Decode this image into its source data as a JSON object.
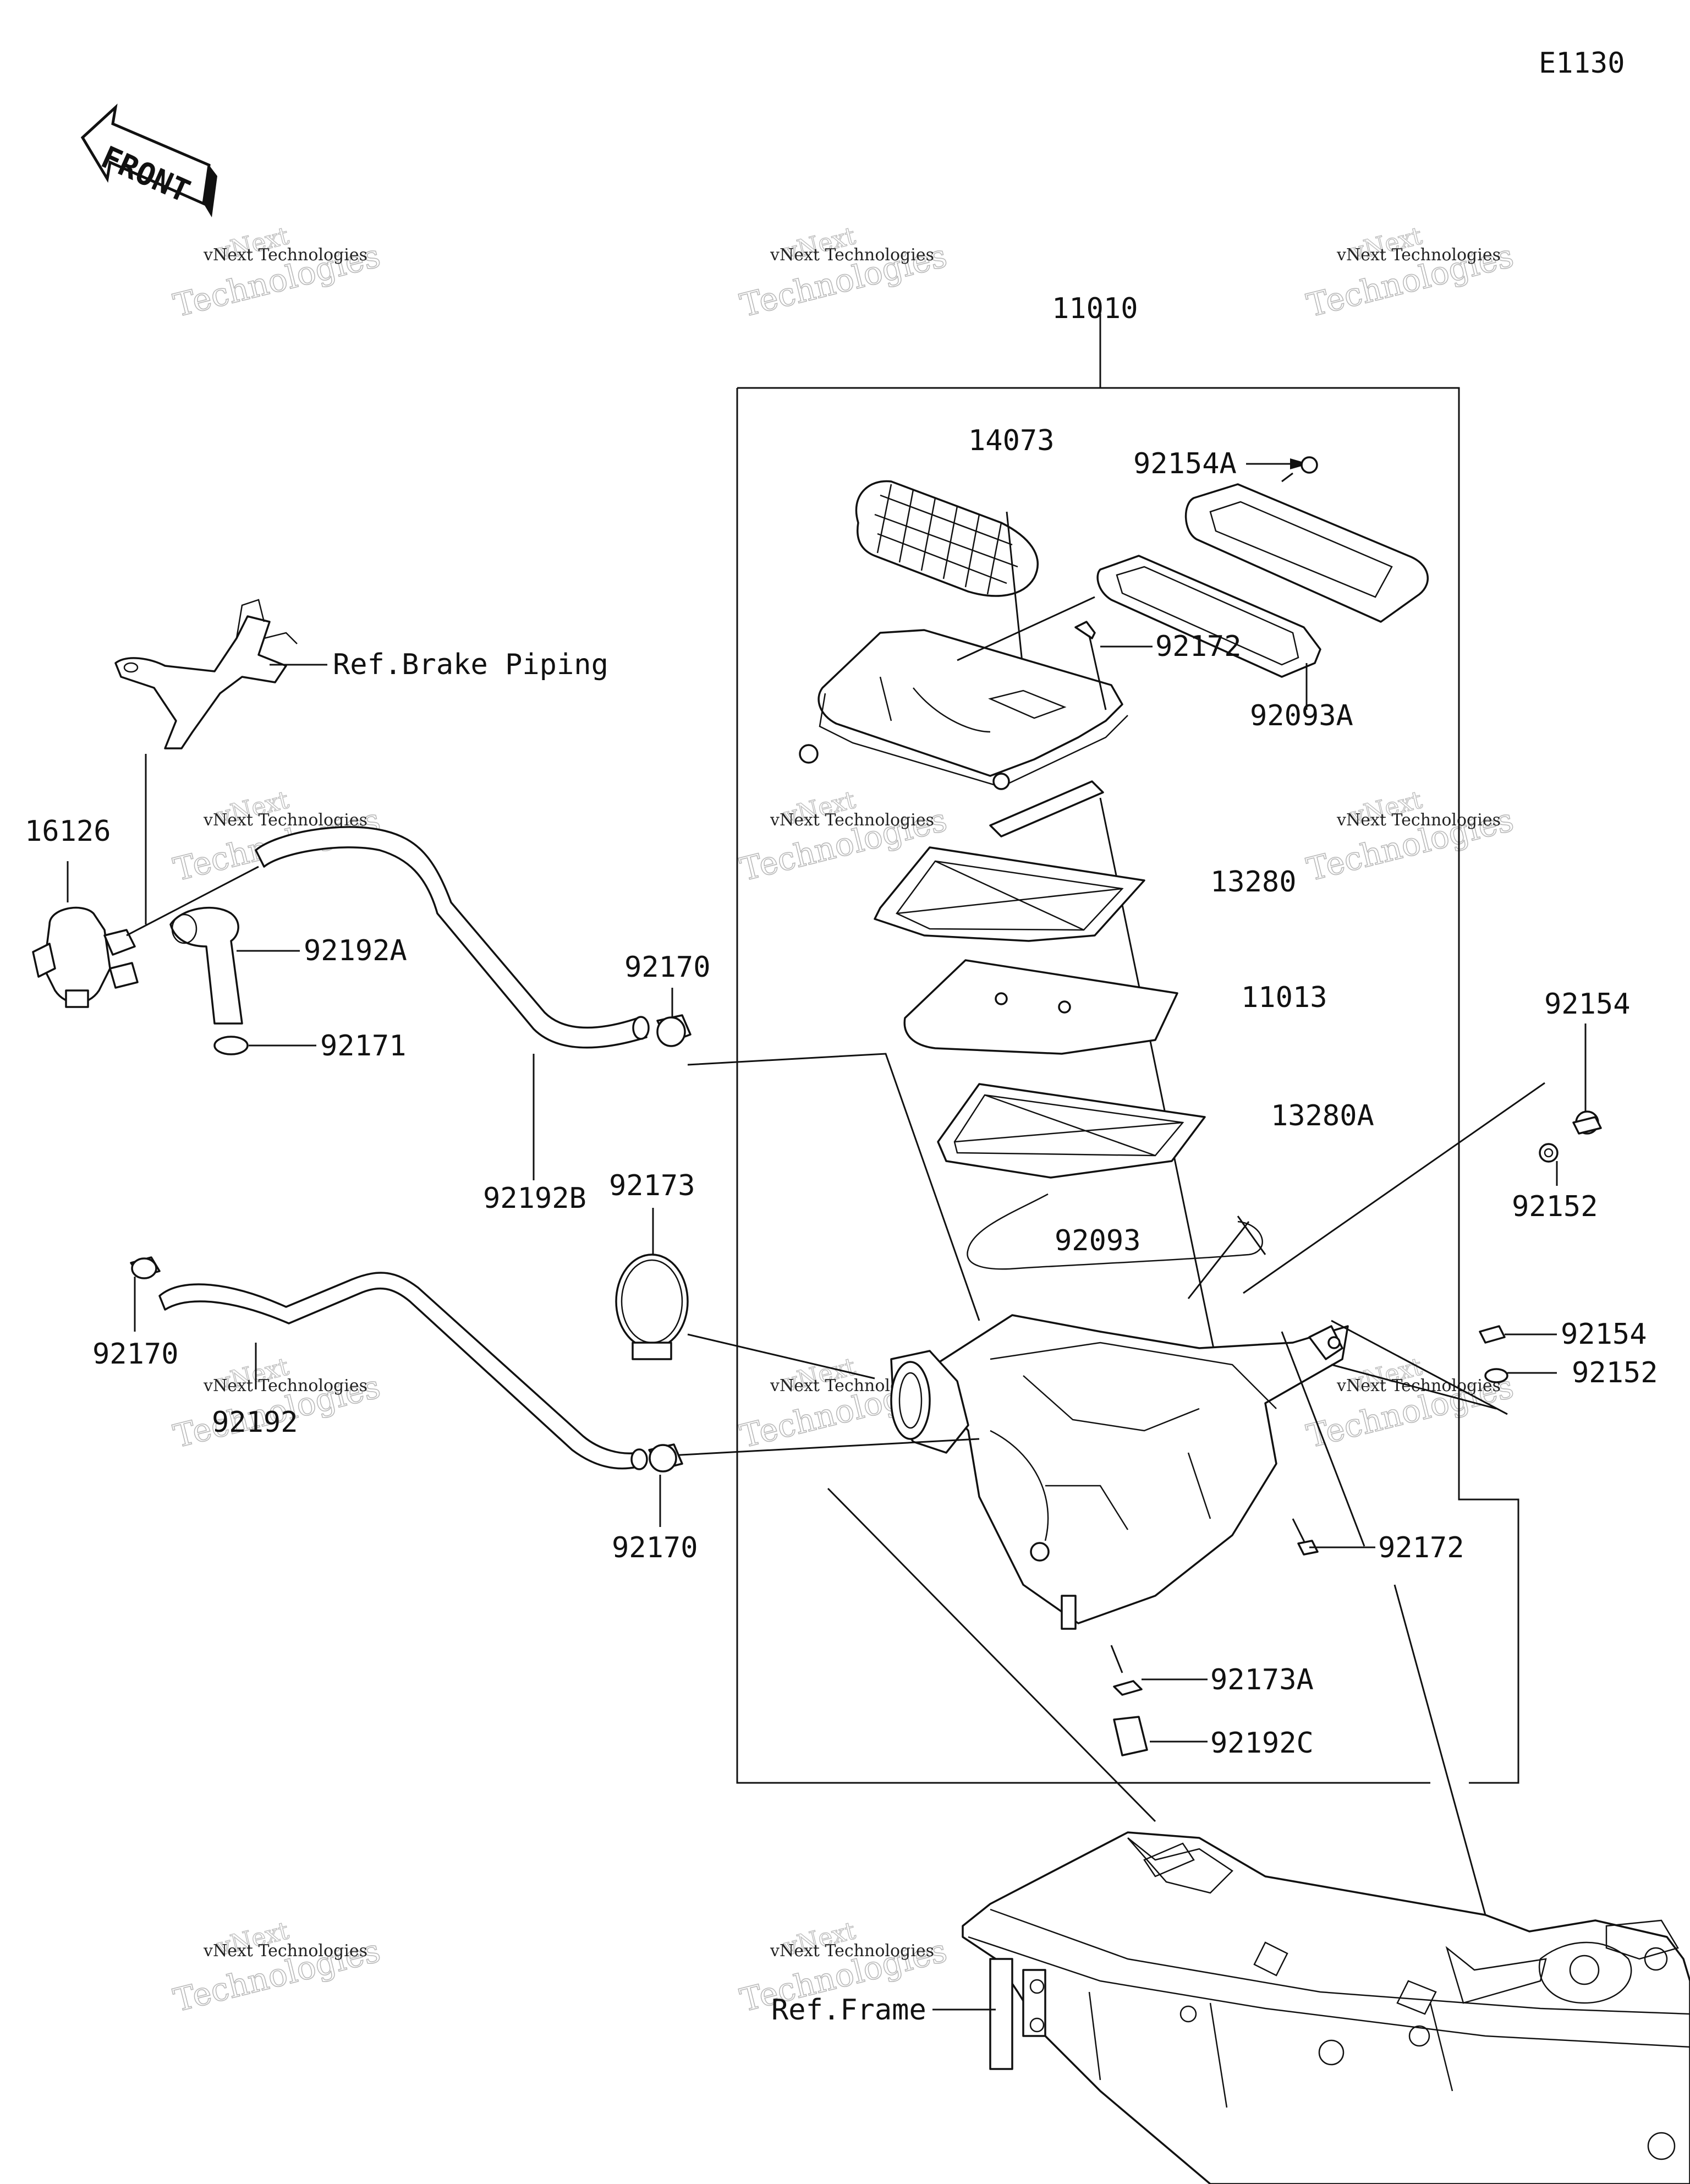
{
  "diagram_code": "E1130",
  "front_label": "FRONT",
  "watermark": {
    "line1": "vNext",
    "line2": "vNext Technologies",
    "line3": "Technologies"
  },
  "callouts": [
    "11010",
    "14073",
    "92154A",
    "92172",
    "92093A",
    "Ref.Brake Piping",
    "16126",
    "92192A",
    "92171",
    "92192B",
    "92170",
    "13280",
    "11013",
    "13280A",
    "92154",
    "92152",
    "92173",
    "92093",
    "92170",
    "92192",
    "92154",
    "92152",
    "92170",
    "92172",
    "92173A",
    "92192C",
    "Ref.Frame"
  ]
}
